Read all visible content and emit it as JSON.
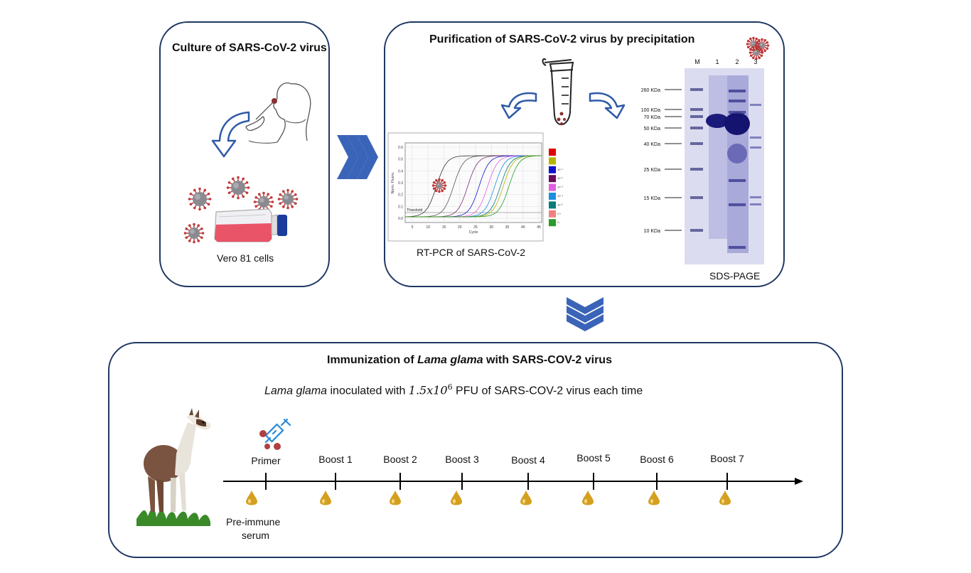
{
  "panel_culture": {
    "title": "Culture of SARS-CoV-2 virus",
    "cells_label": "Vero 81 cells"
  },
  "panel_purification": {
    "title": "Purification of SARS-CoV-2 virus by precipitation",
    "rtpcr_label": "RT-PCR of SARS-CoV-2",
    "sdspage_label": "SDS-PAGE",
    "rtpcr_chart": {
      "ylabel": "Norm. Fluoro.",
      "xlabel": "Cycle",
      "threshold_label": "Threshold",
      "yticks": [
        "0.6",
        "0.5",
        "0.4",
        "0.3",
        "0.2",
        "0.1",
        "0.0"
      ],
      "xticks": [
        "5",
        "10",
        "15",
        "20",
        "25",
        "30",
        "35",
        "40",
        "45"
      ],
      "legend": [
        {
          "color": "#e00000",
          "label": ""
        },
        {
          "color": "#b5b500",
          "label": ""
        },
        {
          "color": "#1010d0",
          "label": "10⁻¹"
        },
        {
          "color": "#6a0a5a",
          "label": "10⁻²"
        },
        {
          "color": "#e060e0",
          "label": "10⁻³"
        },
        {
          "color": "#1a8fe0",
          "label": "10⁻⁴"
        },
        {
          "color": "#0a7a7a",
          "label": "10⁻⁵"
        },
        {
          "color": "#f08080",
          "label": "C+"
        },
        {
          "color": "#2a9a2a",
          "label": "C-"
        }
      ]
    },
    "gel": {
      "lanes": [
        "M",
        "1",
        "2",
        "3"
      ],
      "markers": [
        "260 KDa",
        "100 KDa",
        "70 KDa",
        "50 KDa",
        "40 KDa",
        "25 KDa",
        "15 KDa",
        "10 KDa"
      ]
    }
  },
  "panel_immunization": {
    "title_pre": "Immunization of ",
    "title_italic": "Lama glama",
    "title_post": " with SARS-COV-2 virus",
    "subtitle_italic": "Lama glama",
    "subtitle_mid": " inoculated with ",
    "subtitle_math": "1.5x10",
    "subtitle_exp": "6",
    "subtitle_post": " PFU of SARS-COV-2 virus each time",
    "timeline": [
      "Primer",
      "Boost 1",
      "Boost 2",
      "Boost 3",
      "Boost 4",
      "Boost 5",
      "Boost 6",
      "Boost 7"
    ],
    "serum_label_1": "Pre-immune",
    "serum_label_2": "serum"
  },
  "colors": {
    "panel_border": "#1f3864",
    "chevron": "#3a64b8",
    "arrow": "#2f5aa8",
    "drop": "#d4a020"
  }
}
